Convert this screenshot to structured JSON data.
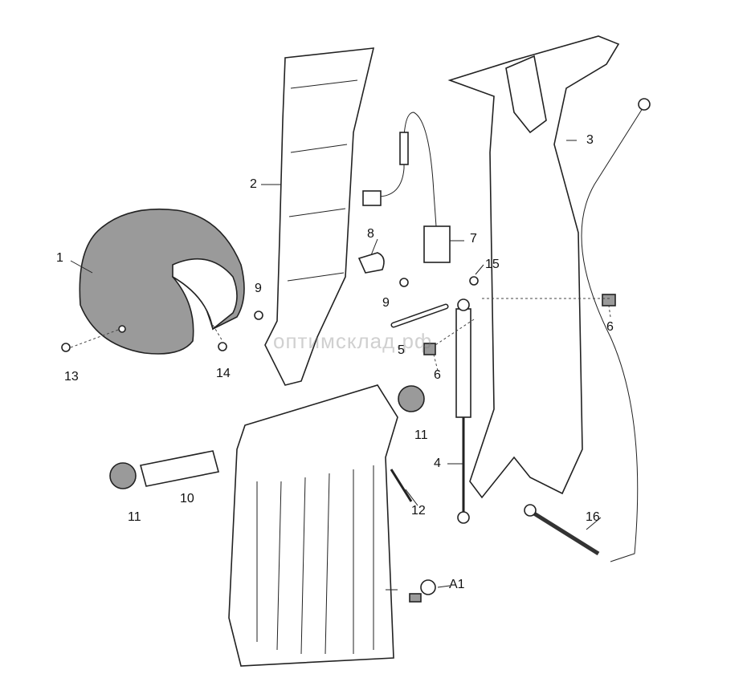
{
  "watermark": "оптимсклад.рф",
  "callouts": {
    "c1": "1",
    "c2": "2",
    "c3": "3",
    "c4": "4",
    "c5": "5",
    "c6a": "6",
    "c6b": "6",
    "c7": "7",
    "c8": "8",
    "c9a": "9",
    "c9b": "9",
    "c10": "10",
    "c11a": "11",
    "c11b": "11",
    "c12": "12",
    "c13": "13",
    "c14": "14",
    "c15": "15",
    "c16": "16",
    "cA1": "A1"
  }
}
